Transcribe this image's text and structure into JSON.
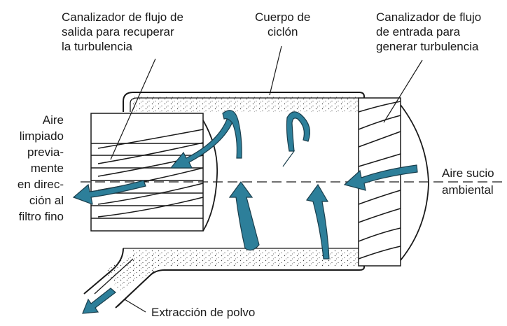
{
  "labels": {
    "outlet_flow_guide": [
      "Canalizador de flujo de",
      "salida para recuperar",
      "la turbulencia"
    ],
    "cyclone_body": [
      "Cuerpo de",
      "ciclón"
    ],
    "inlet_flow_guide": [
      "Canalizador de flujo",
      "de entrada  para",
      "generar turbulencia"
    ],
    "clean_air": [
      "Aire",
      "limpiado",
      "previa-",
      "mente",
      "en direc-",
      "ción al",
      "filtro fino"
    ],
    "dirty_air": [
      "Aire sucio",
      "ambiental"
    ],
    "dust_extraction": [
      "Extracción de polvo"
    ]
  },
  "colors": {
    "arrow_fill": "#2d7f9a",
    "arrow_stroke": "#1a3e4c",
    "line": "#1a1a1a",
    "background": "#ffffff"
  }
}
